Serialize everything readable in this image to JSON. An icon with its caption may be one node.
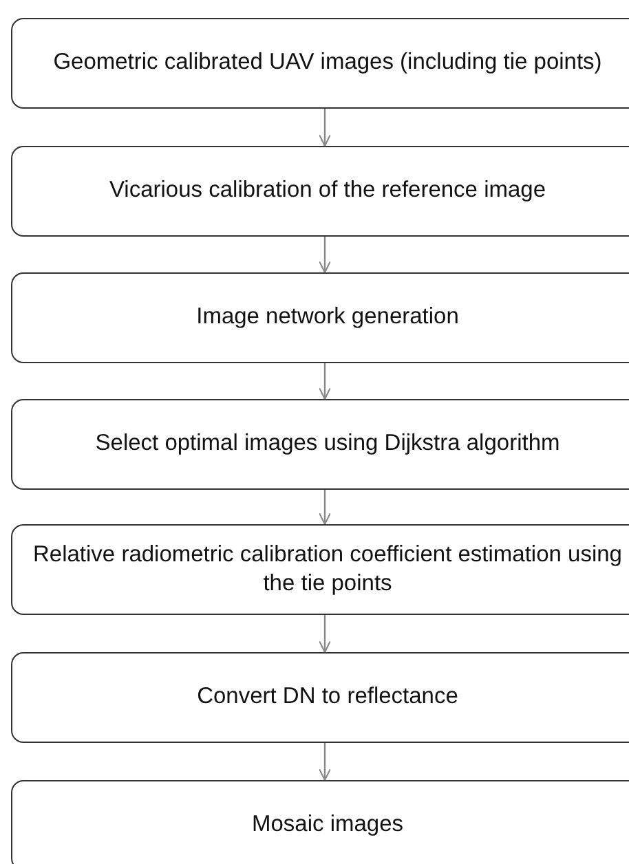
{
  "diagram": {
    "nodes": [
      {
        "text": [
          "Geometric calibrated UAV images (including tie points)"
        ]
      },
      {
        "text": [
          "Vicarious calibration of the reference image"
        ]
      },
      {
        "text": [
          "Image network generation"
        ]
      },
      {
        "text": [
          "Select optimal images using Dijkstra algorithm"
        ]
      },
      {
        "text": [
          "Relative radiometric calibration coefficient estimation using the tie points"
        ]
      },
      {
        "text": [
          "Convert DN to reflectance"
        ]
      },
      {
        "text": [
          "Mosaic images"
        ]
      }
    ],
    "edges": [
      {
        "from": 0,
        "to": 1,
        "arrow": "to"
      },
      {
        "from": 1,
        "to": 2,
        "arrow": "to"
      },
      {
        "from": 2,
        "to": 3,
        "arrow": "to"
      },
      {
        "from": 3,
        "to": 4,
        "arrow": "to"
      },
      {
        "from": 4,
        "to": 5,
        "arrow": "to"
      },
      {
        "from": 5,
        "to": 6,
        "arrow": "to"
      }
    ]
  }
}
